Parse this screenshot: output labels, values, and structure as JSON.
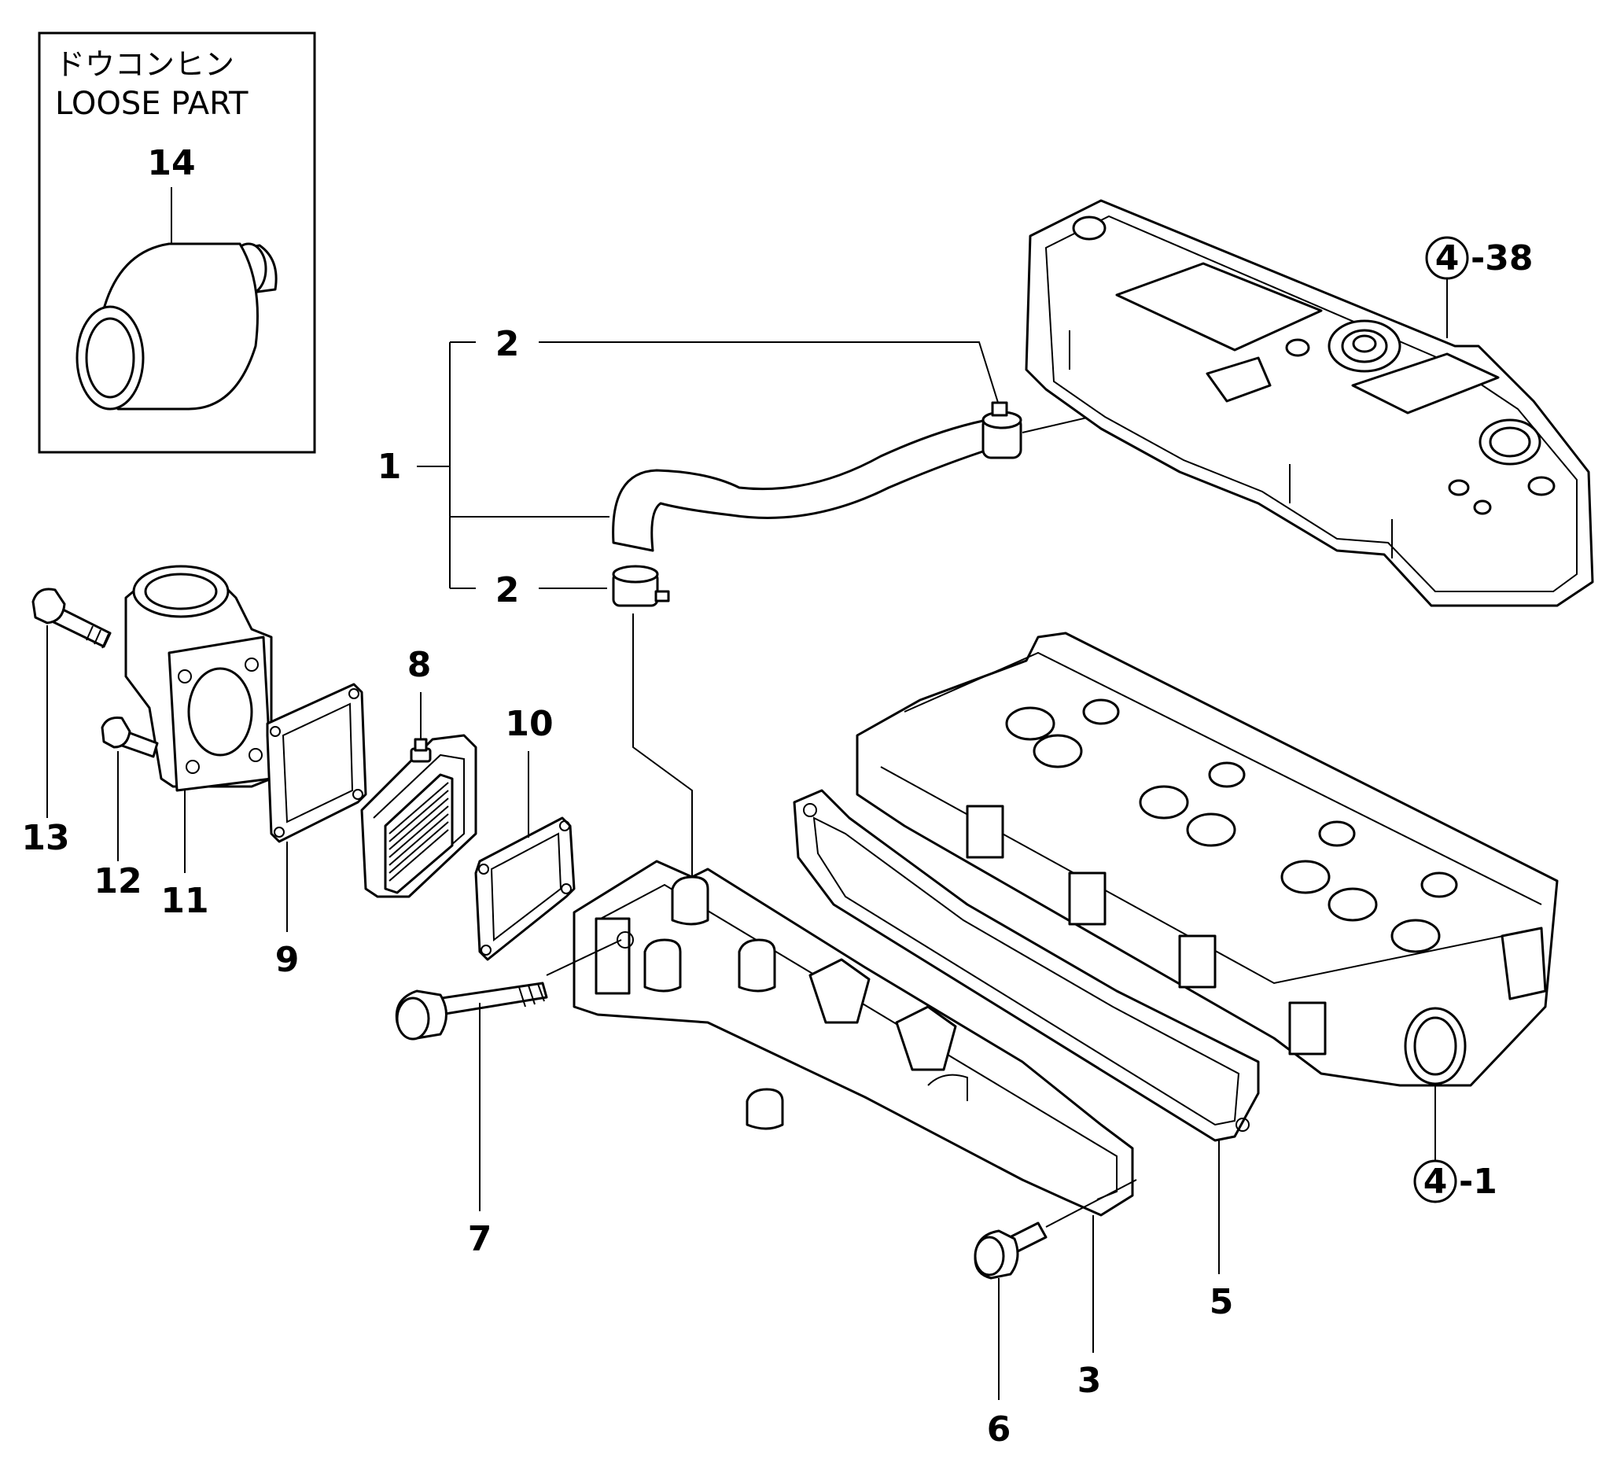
{
  "loose_part_box": {
    "title_jp": "ドウコンヒン",
    "title_en": "LOOSE PART"
  },
  "callouts": {
    "c1": "1",
    "c2a": "2",
    "c2b": "2",
    "c3": "3",
    "c5": "5",
    "c6": "6",
    "c7": "7",
    "c8": "8",
    "c9": "9",
    "c10": "10",
    "c11": "11",
    "c12": "12",
    "c13": "13",
    "c14": "14"
  },
  "refs": {
    "cover": {
      "group": "4",
      "suffix": "-38"
    },
    "head": {
      "group": "4",
      "suffix": "-1"
    }
  }
}
